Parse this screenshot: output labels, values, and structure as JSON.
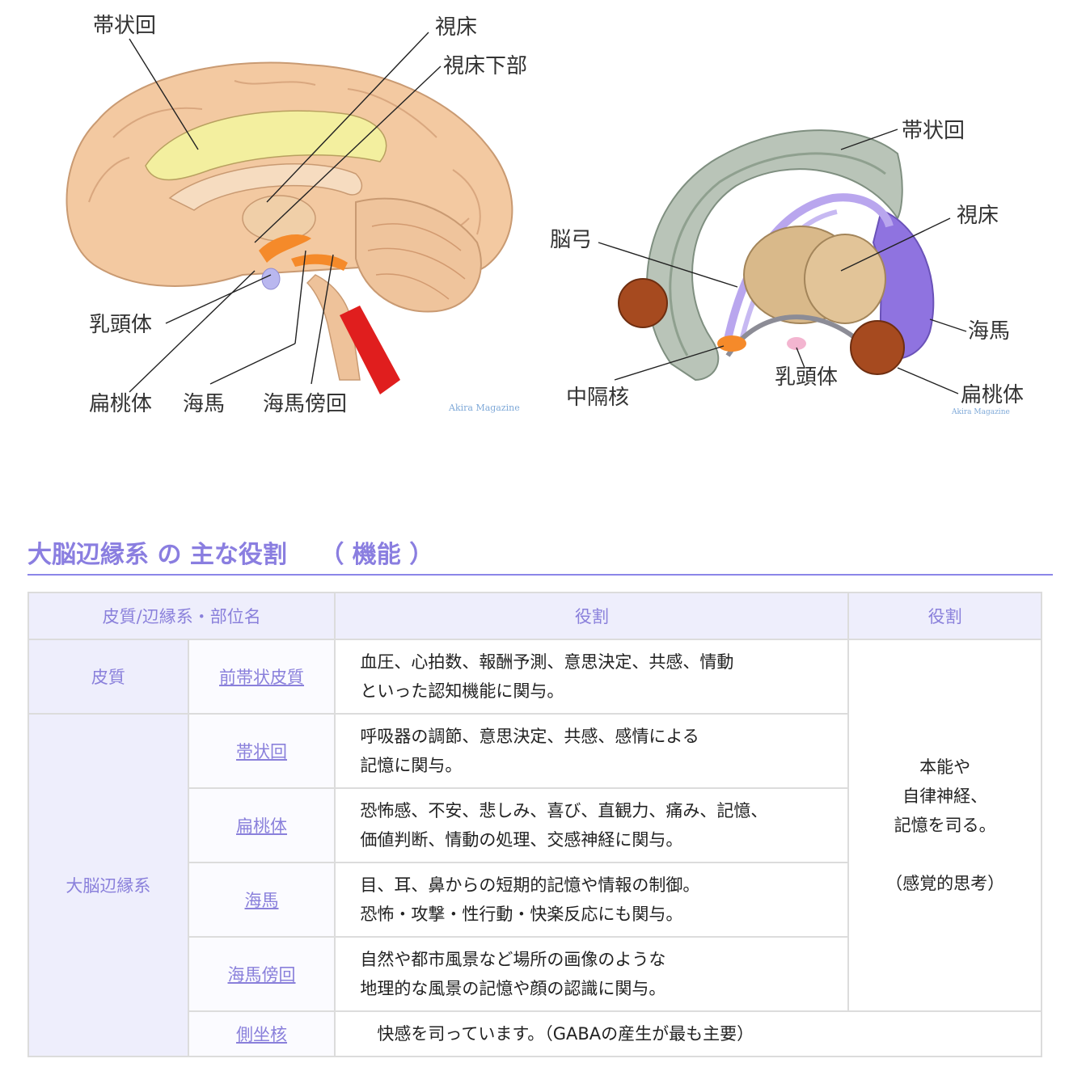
{
  "left_diagram": {
    "labels": {
      "cingulate": "帯状回",
      "thalamus": "視床",
      "hypothalamus": "視床下部",
      "mammillary": "乳頭体",
      "amygdala": "扁桃体",
      "hippocampus": "海馬",
      "parahippocampal": "海馬傍回"
    },
    "watermark": "Akira Magazine"
  },
  "right_diagram": {
    "labels": {
      "cingulate": "帯状回",
      "thalamus": "視床",
      "fornix": "脳弓",
      "hippocampus": "海馬",
      "septal": "中隔核",
      "mammillary": "乳頭体",
      "amygdala": "扁桃体"
    },
    "watermark": "Akira Magazine"
  },
  "section": {
    "title": "大脳辺縁系 の 主な役割　 （ 機能 ）"
  },
  "table": {
    "headers": [
      "皮質/辺縁系・部位名",
      "役割",
      "役割"
    ],
    "categories": {
      "cortex": "皮質",
      "limbic": "大脳辺縁系"
    },
    "rows": [
      {
        "part": "前帯状皮質",
        "desc": [
          "血圧、心拍数、報酬予測、意思決定、共感、情動",
          "といった認知機能に関与。"
        ]
      },
      {
        "part": "帯状回",
        "desc": [
          "呼吸器の調節、意思決定、共感、感情による",
          "記憶に関与。"
        ]
      },
      {
        "part": "扁桃体",
        "desc": [
          "恐怖感、不安、悲しみ、喜び、直観力、痛み、記憶、",
          "価値判断、情動の処理、交感神経に関与。"
        ]
      },
      {
        "part": "海馬",
        "desc": [
          "目、耳、鼻からの短期的記憶や情報の制御。",
          "恐怖・攻撃・性行動・快楽反応にも関与。"
        ]
      },
      {
        "part": "海馬傍回",
        "desc": [
          "自然や都市風景など場所の画像のような",
          "地理的な風景の記憶や顔の認識に関与。"
        ]
      },
      {
        "part": "側坐核",
        "desc": [
          "　快感を司っています。（GABAの産生が最も主要）"
        ]
      }
    ],
    "summary": [
      "本能や",
      "自律神経、",
      "記憶を司る。",
      "",
      "（感覚的思考）"
    ]
  }
}
